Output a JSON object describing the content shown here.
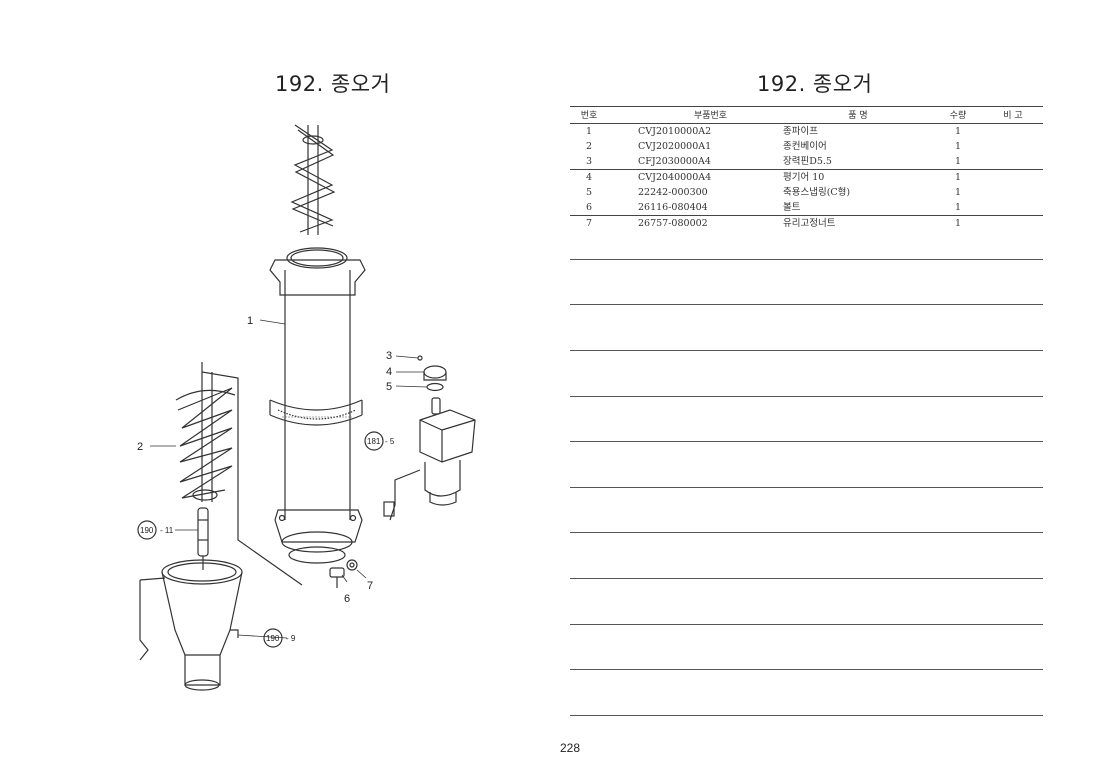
{
  "page": {
    "title_left": "192. 종오거",
    "title_right": "192. 종오거",
    "page_number": "228"
  },
  "table": {
    "headers": {
      "no": "번호",
      "part_no": "부품번호",
      "name": "품    명",
      "qty": "수량",
      "remarks": "비   고"
    },
    "rows": [
      {
        "no": "1",
        "part_no": "CVJ2010000A2",
        "name": "종파이프",
        "qty": "1"
      },
      {
        "no": "2",
        "part_no": "CVJ2020000A1",
        "name": "종컨베이어",
        "qty": "1"
      },
      {
        "no": "3",
        "part_no": "CFJ2030000A4",
        "name": "장력핀D5.5",
        "qty": "1"
      },
      {
        "no": "4",
        "part_no": "CVJ2040000A4",
        "name": "평기어 10",
        "qty": "1"
      },
      {
        "no": "5",
        "part_no": "22242-000300",
        "name": "축용스냅링(C형)",
        "qty": "1"
      },
      {
        "no": "6",
        "part_no": "26116-080404",
        "name": "볼트",
        "qty": "1"
      },
      {
        "no": "7",
        "part_no": "26757-080002",
        "name": "유리고정너트",
        "qty": "1"
      }
    ]
  },
  "diagram": {
    "callouts": {
      "c1": "1",
      "c2": "2",
      "c3": "3",
      "c4": "4",
      "c5": "5",
      "c6": "6",
      "c7": "7",
      "ref181": "181",
      "ref181_item": "- 5",
      "ref190a": "190",
      "ref190a_item": "- 11",
      "ref190b": "190",
      "ref190b_item": "- 9"
    }
  }
}
